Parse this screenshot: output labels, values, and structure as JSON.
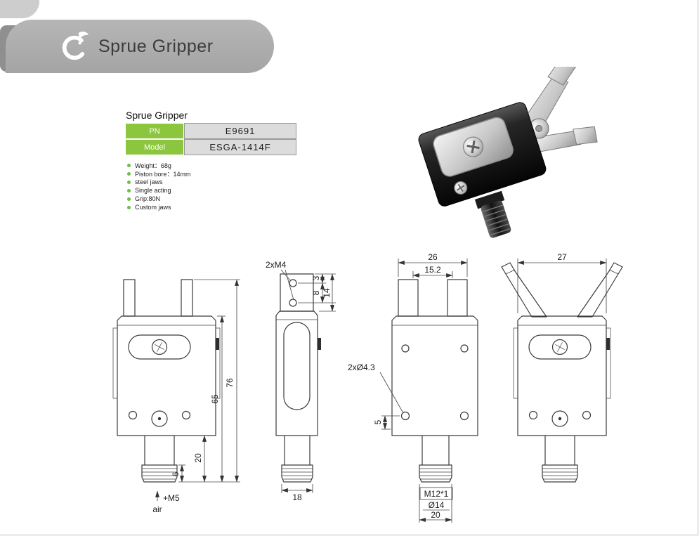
{
  "header": {
    "title": "Sprue Gripper"
  },
  "product": {
    "section_title": "Sprue Gripper",
    "table": {
      "rows": [
        {
          "label": "PN",
          "value": "E9691"
        },
        {
          "label": "Model",
          "value": "ESGA-1414F"
        }
      ]
    },
    "specs": [
      "Weight：68g",
      "Piston bore：14mm",
      "steel jaws",
      "Single acting",
      "Grip:80N",
      "Custom jaws"
    ]
  },
  "colors": {
    "accent_green": "#8cc63f",
    "banner_gray": "#aaaaaa",
    "table_value_bg": "#dcdcdc"
  },
  "drawings": {
    "front_view": {
      "height_total": "76",
      "height_body": "65",
      "stem_length": "20",
      "thread_length": "6",
      "air_port": "+M5",
      "air_label": "air"
    },
    "side_view": {
      "hole_callout": "2xM4",
      "hole_offset": "3",
      "hole_pitch": "8",
      "block_height": "14",
      "depth": "18"
    },
    "rear_view": {
      "jaw_span": "26",
      "pad_span": "15.2",
      "hole_callout": "2xØ4.3",
      "hole_edge_dist": "5",
      "thread_spec": "M12*1",
      "stem_dia": "Ø14",
      "flange_width": "20"
    },
    "open_view": {
      "body_width": "27"
    }
  }
}
